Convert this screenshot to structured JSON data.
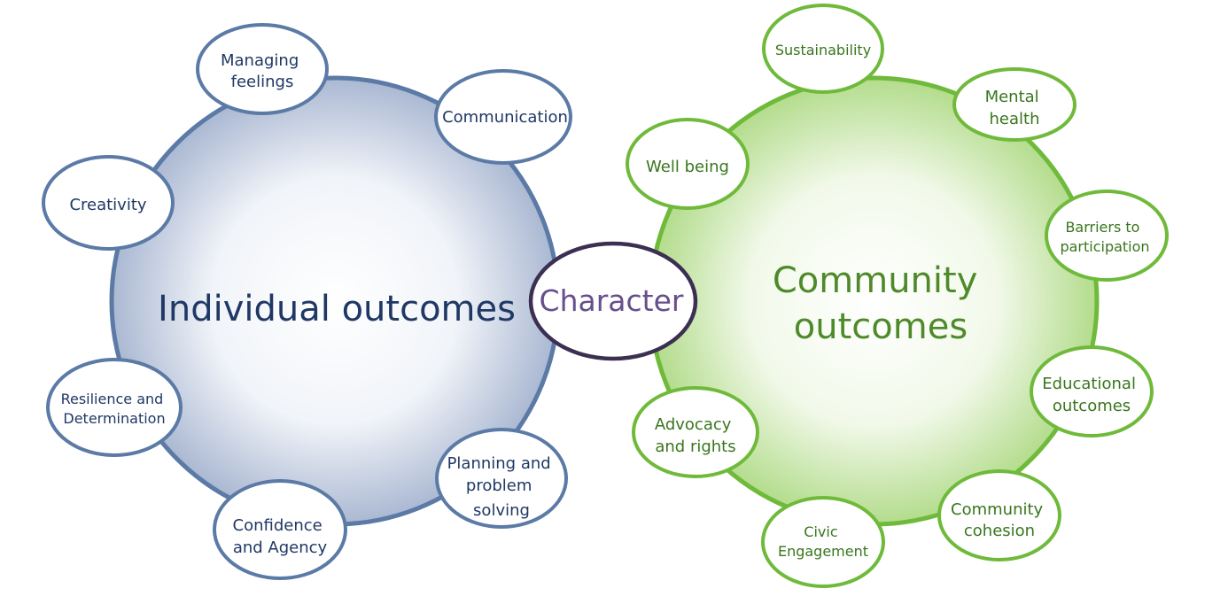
{
  "center": {
    "label": "Character",
    "text_color": "#674e8c",
    "border_color": "#3b3052"
  },
  "individual": {
    "title": "Individual outcomes",
    "title_color": "#1f3864",
    "border_color": "#5b7aa6",
    "nodes": {
      "managing_feelings": [
        "Managing",
        "feelings"
      ],
      "communication": [
        "Communication"
      ],
      "creativity": [
        "Creativity"
      ],
      "resilience": [
        "Resilience and",
        "Determination"
      ],
      "confidence": [
        "Confidence",
        "and Agency"
      ],
      "planning": [
        "Planning and",
        "problem",
        "solving"
      ]
    }
  },
  "community": {
    "title": [
      "Community",
      "outcomes"
    ],
    "title_color": "#4e8a2a",
    "border_color": "#6fba3a",
    "nodes": {
      "sustainability": [
        "Sustainability"
      ],
      "mental_health": [
        "Mental",
        "health"
      ],
      "well_being": [
        "Well being"
      ],
      "barriers": [
        "Barriers to",
        "participation"
      ],
      "educational": [
        "Educational",
        "outcomes"
      ],
      "advocacy": [
        "Advocacy",
        "and rights"
      ],
      "community_cohesion": [
        "Community",
        "cohesion"
      ],
      "civic": [
        "Civic",
        "Engagement"
      ]
    }
  }
}
